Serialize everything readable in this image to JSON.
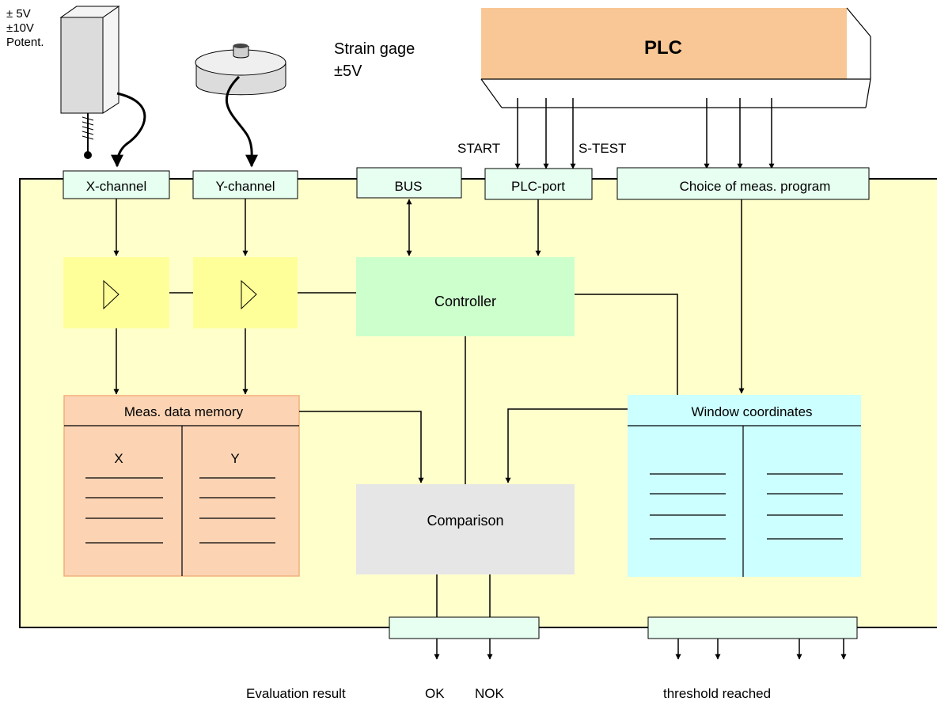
{
  "sensors": {
    "potentiometer_label": [
      "±  5V",
      "±10V",
      "Potent."
    ],
    "strain_gage_label": [
      "Strain gage",
      "±5V"
    ]
  },
  "plc": {
    "title": "PLC",
    "start_label": "START",
    "stest_label": "S-TEST"
  },
  "ports": {
    "x_channel": "X-channel",
    "y_channel": "Y-channel",
    "bus": "BUS",
    "plc_port": "PLC-port",
    "choice": "Choice of meas. program"
  },
  "blocks": {
    "controller": "Controller",
    "meas_memory": "Meas. data memory",
    "memory_col_x": "X",
    "memory_col_y": "Y",
    "comparison": "Comparison",
    "window_coordinates": "Window coordinates"
  },
  "outputs": {
    "evaluation_result": "Evaluation result",
    "ok": "OK",
    "nok": "NOK",
    "threshold_reached": "threshold reached"
  },
  "colors": {
    "board": "#ffffcc",
    "port": "#e6fff0",
    "amplifier": "#ffff99",
    "controller": "#ccffcc",
    "memory": "#fcd4b4",
    "comparison": "#e6e6e6",
    "window": "#ccffff",
    "plc": "#f9c795"
  }
}
